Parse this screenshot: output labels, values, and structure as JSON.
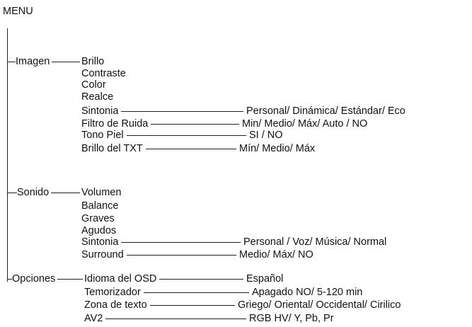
{
  "title": "MENU",
  "sections": [
    {
      "label": "Imagen",
      "items": [
        {
          "label": "Brillo"
        },
        {
          "label": "Contraste"
        },
        {
          "label": "Color"
        },
        {
          "label": "Realce"
        },
        {
          "label": "Sintonia",
          "value": "Personal/ Dinámica/ Estándar/ Eco"
        },
        {
          "label": "Filtro de Ruida",
          "value": "Min/ Medio/ Máx/ Auto / NO"
        },
        {
          "label": "Tono Piel",
          "value": "SI / NO"
        },
        {
          "label": "Brillo del TXT",
          "value": "Mín/ Medio/ Máx"
        }
      ]
    },
    {
      "label": "Sonido",
      "items": [
        {
          "label": "Volumen"
        },
        {
          "label": "Balance"
        },
        {
          "label": "Graves"
        },
        {
          "label": "Agudos"
        },
        {
          "label": "Sintonia",
          "value": "Personal / Voz/ Música/ Normal"
        },
        {
          "label": "Surround",
          "value": "Medio/ Máx/ NO"
        }
      ]
    },
    {
      "label": "Opciones",
      "items": [
        {
          "label": "Idioma del OSD",
          "value": "Español"
        },
        {
          "label": "Temorizador",
          "value": "Apagado  NO/ 5-120 min"
        },
        {
          "label": "Zona de texto",
          "value": "Griego/ Oriental/ Occidental/ Cirilico"
        },
        {
          "label": "AV2",
          "value": "RGB HV/ Y, Pb, Pr"
        }
      ]
    }
  ]
}
